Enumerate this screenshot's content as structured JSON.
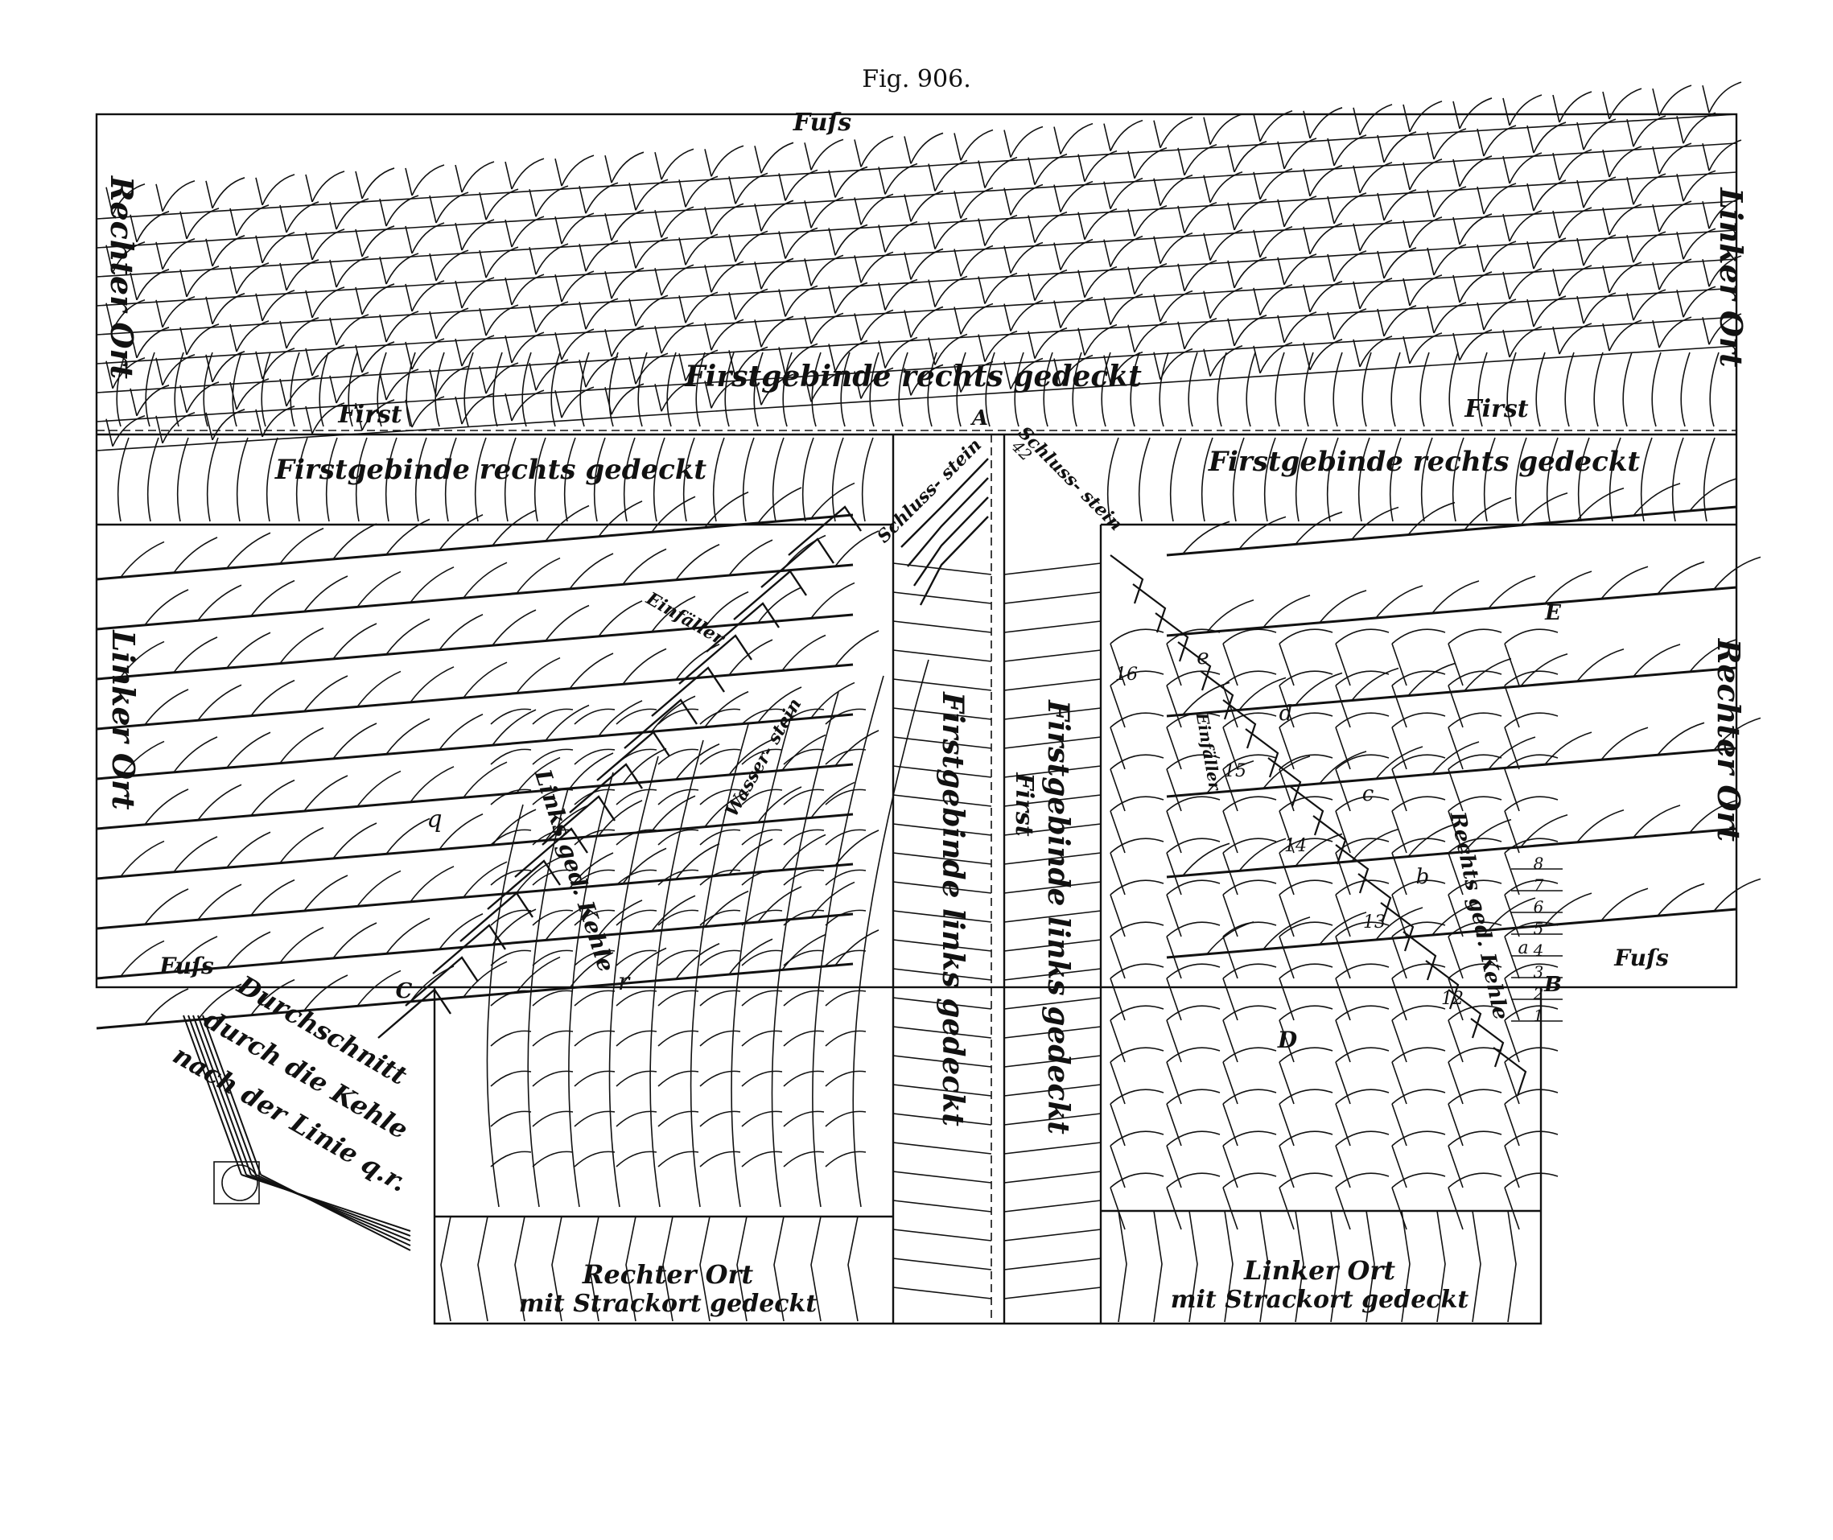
{
  "figure": {
    "caption": "Fig. 906."
  },
  "labels": {
    "fuss_top": "Fuſs",
    "rechter_ort_left": "Rechter Ort",
    "linker_ort_right": "Linker Ort",
    "firstgebinde_top": "Firstgebinde rechts gedeckt",
    "first_left": "First",
    "first_right": "First",
    "point_a": "A",
    "firstgebinde_left": "Firstgebinde rechts gedeckt",
    "firstgebinde_right": "Firstgebinde rechts gedeckt",
    "schlussstein_left": "Schluss- stein",
    "schlussstein_right": "Schluss- stein",
    "einfaller_left": "Einfäller",
    "einfaller_right": "Einfäller",
    "wasserstein": "Wasser- stein",
    "linker_ort_left": "Linker Ort",
    "rechter_ort_right": "Rechter Ort",
    "links_kehle": "Links ged. Kehle",
    "rechts_kehle": "Rechts ged. Kehle",
    "firstgebinde_links_1": "Firstgebinde links gedeckt",
    "firstgebinde_links_2": "Firstgebinde links gedeckt",
    "first_middle": "First",
    "point_q": "q",
    "point_r": "r",
    "point_c_left": "C",
    "point_b": "B",
    "point_d": "D",
    "point_e": "E",
    "fuss_left": "Fuſs",
    "fuss_right": "Fuſs",
    "letter_e": "e",
    "letter_d": "d",
    "letter_c": "c",
    "letter_b": "b",
    "letter_a": "a",
    "num_16": "16",
    "num_15": "15",
    "num_14": "14",
    "num_13": "13",
    "num_12": "12",
    "num_42": "42",
    "nums_right": [
      "8",
      "7",
      "6",
      "5",
      "4",
      "3",
      "2",
      "1"
    ],
    "durchschnitt": [
      "Durchschnitt",
      "durch die Kehle",
      "nach der Linie q.r."
    ],
    "rechter_ort_bottom_1": "Rechter Ort",
    "rechter_ort_bottom_2": "mit Strackort gedeckt",
    "linker_ort_bottom_1": "Linker Ort",
    "linker_ort_bottom_2": "mit Strackort gedeckt"
  }
}
